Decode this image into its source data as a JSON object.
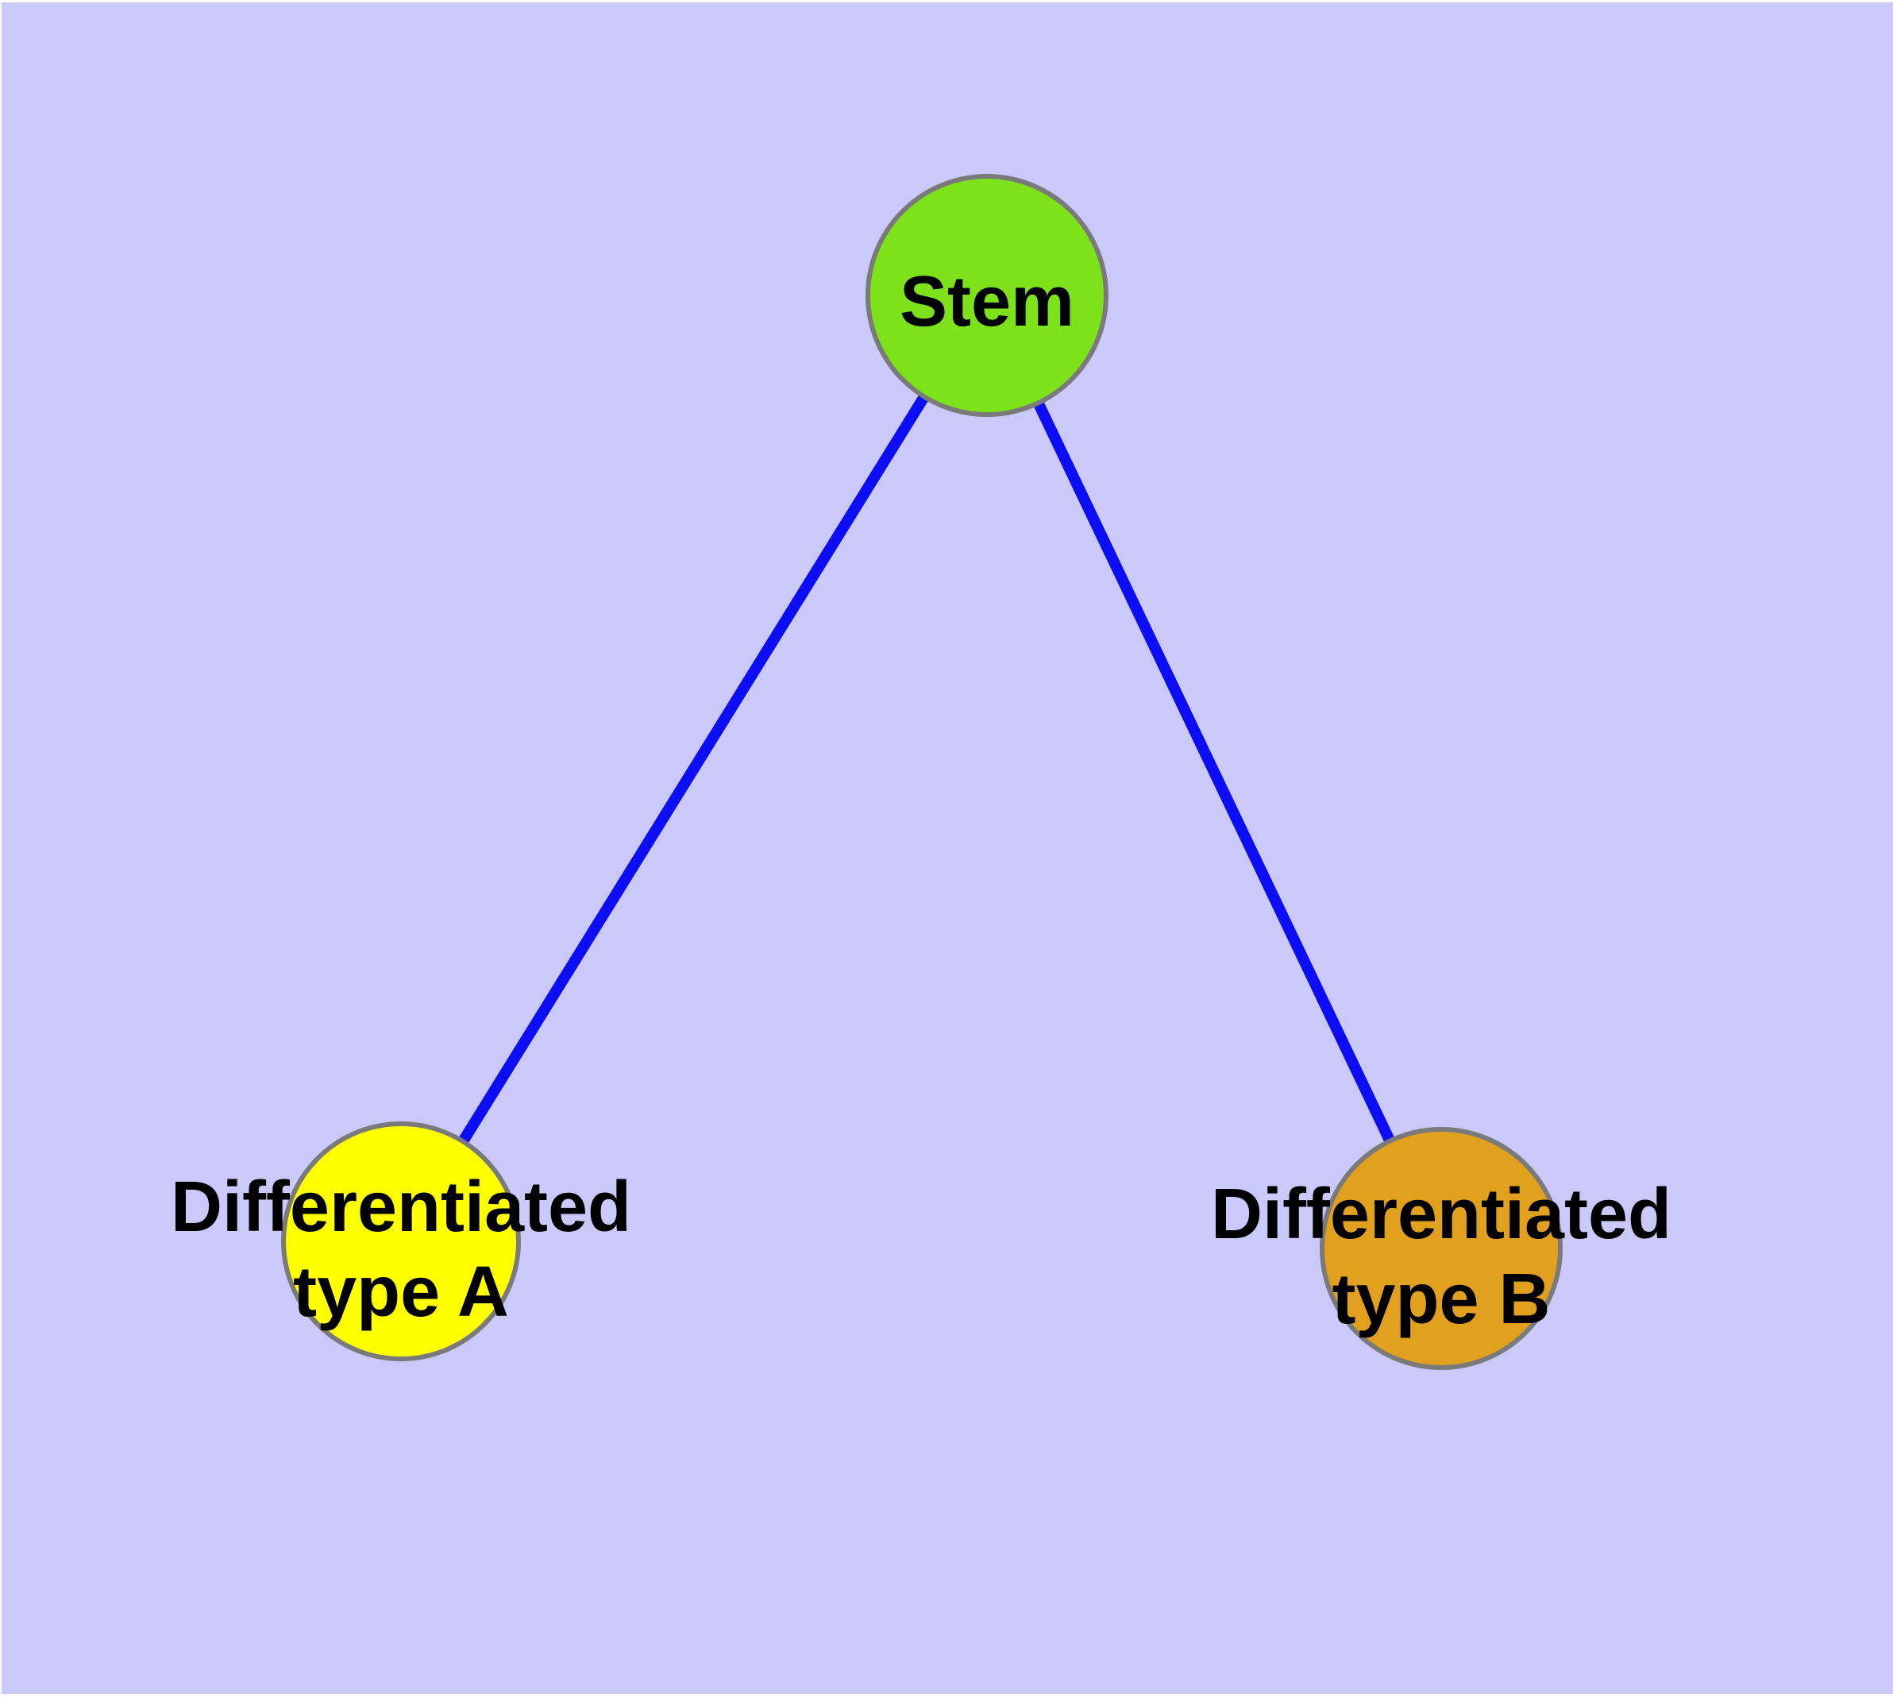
{
  "diagram": {
    "background_color": "#cac9f9",
    "margin_color": "#ffffff",
    "edge_color": "#0d0df3",
    "node_border_color": "#7a7a7a",
    "label_color": "#000000",
    "nodes": [
      {
        "id": "stem",
        "label_line1": "Stem",
        "label_line2": "",
        "fill_color": "#7de21a"
      },
      {
        "id": "differentiated-type-a",
        "label_line1": "Differentiated",
        "label_line2": "type A",
        "fill_color": "#ffff00"
      },
      {
        "id": "differentiated-type-b",
        "label_line1": "Differentiated",
        "label_line2": "type B",
        "fill_color": "#e2a01f"
      }
    ],
    "edges": [
      {
        "from": "Stem",
        "to": "Differentiated type A"
      },
      {
        "from": "Stem",
        "to": "Differentiated type B"
      }
    ]
  }
}
